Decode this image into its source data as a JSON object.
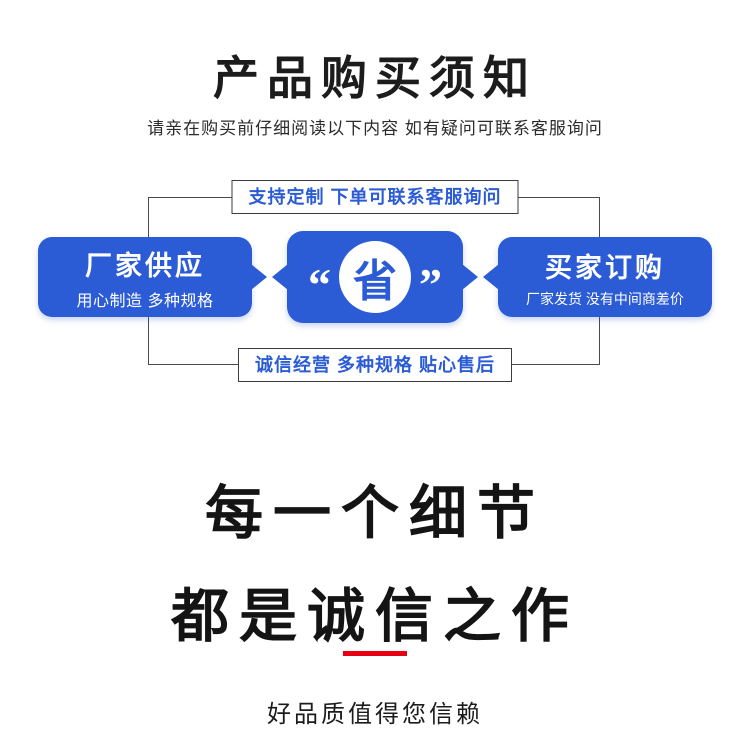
{
  "page": {
    "title": "产品购买须知",
    "subtitle": "请亲在购买前仔细阅读以下内容 如有疑问可联系客服询问"
  },
  "diagram": {
    "top_label": "支持定制 下单可联系客服询问",
    "bottom_label": "诚信经营 多种规格 贴心售后",
    "left_card": {
      "title": "厂家供应",
      "subtitle": "用心制造 多种规格"
    },
    "center_badge": {
      "left_quote": "“",
      "char": "省",
      "right_quote": "”"
    },
    "right_card": {
      "title": "买家订购",
      "subtitle": "厂家发货 没有中间商差价"
    }
  },
  "footer": {
    "headline_line1": "每一个细节",
    "headline_line2": "都是诚信之作",
    "tagline": "好品质值得您信赖"
  },
  "colors": {
    "accent_blue": "#2b5cd5",
    "accent_red": "#e60012",
    "text_dark": "#1c1c1c"
  }
}
